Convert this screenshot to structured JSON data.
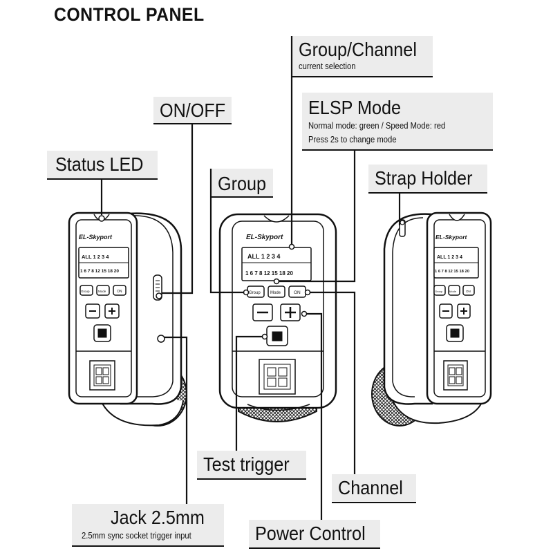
{
  "title": "CONTROL PANEL",
  "callouts": {
    "group_channel": {
      "label": "Group/Channel",
      "sub": "current selection"
    },
    "on_off": {
      "label": "ON/OFF"
    },
    "elsp_mode": {
      "label": "ELSP Mode",
      "sub1": "Normal mode: green / Speed Mode: red",
      "sub2": "Press 2s to change mode"
    },
    "status_led": {
      "label": "Status LED"
    },
    "group": {
      "label": "Group"
    },
    "strap_holder": {
      "label": "Strap Holder"
    },
    "test_trigger": {
      "label": "Test trigger"
    },
    "channel": {
      "label": "Channel"
    },
    "jack": {
      "label": "Jack 2.5mm",
      "sub": "2.5mm sync socket trigger input"
    },
    "power_control": {
      "label": "Power Control"
    }
  },
  "device": {
    "brand": "EL-Skyport",
    "display_row1": "ALL 1 2 3 4",
    "display_row2": "1 6 7 8 12 15 18 20",
    "btn_group": "Group",
    "btn_mode": "Mode",
    "btn_on": "ON",
    "btn_minus": "−",
    "btn_plus": "+"
  }
}
